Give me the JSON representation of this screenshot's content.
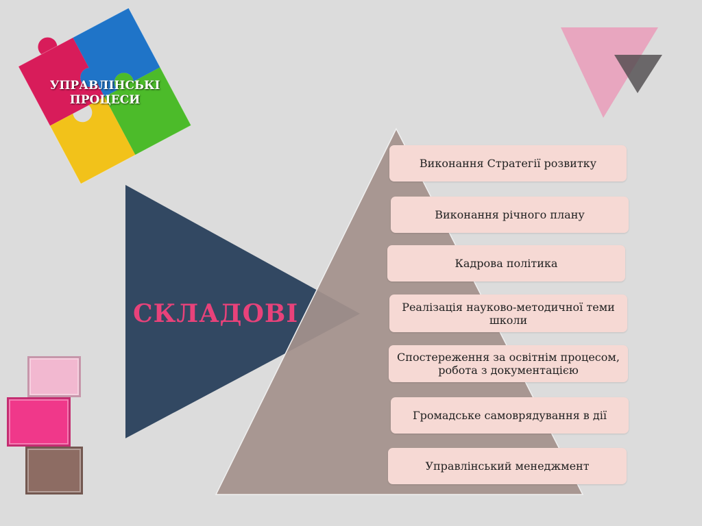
{
  "diagram": {
    "heading": "СКЛАДОВІ",
    "logo_text": [
      "УПРАВЛІНСЬКІ",
      "ПРОЦЕСИ"
    ],
    "items": [
      "Виконання Стратегії розвитку",
      "Виконання річного плану",
      "Кадрова політика",
      "Реалізація науково-методичної теми школи",
      "Спостереження за освітнім процесом, робота з документацією",
      "Громадське самоврядування в дії",
      "Управлінський менеджмент"
    ]
  },
  "colors": {
    "background": "#dcdcdc",
    "heading": "#e8427a",
    "navy_triangle": "#324862",
    "pyramid": "#a4918c",
    "pill": "#f6d9d4",
    "deco_pink": "#e8a6bf",
    "deco_dark": "#5f5a5c",
    "block_light_pink": "#f2b8d0",
    "block_hot_pink": "#f0388a",
    "block_brown": "#8d6c63",
    "puzzle_red": "#d81c5a",
    "puzzle_blue": "#1f74c8",
    "puzzle_green": "#4cbb2a",
    "puzzle_yellow": "#f2c21a"
  }
}
